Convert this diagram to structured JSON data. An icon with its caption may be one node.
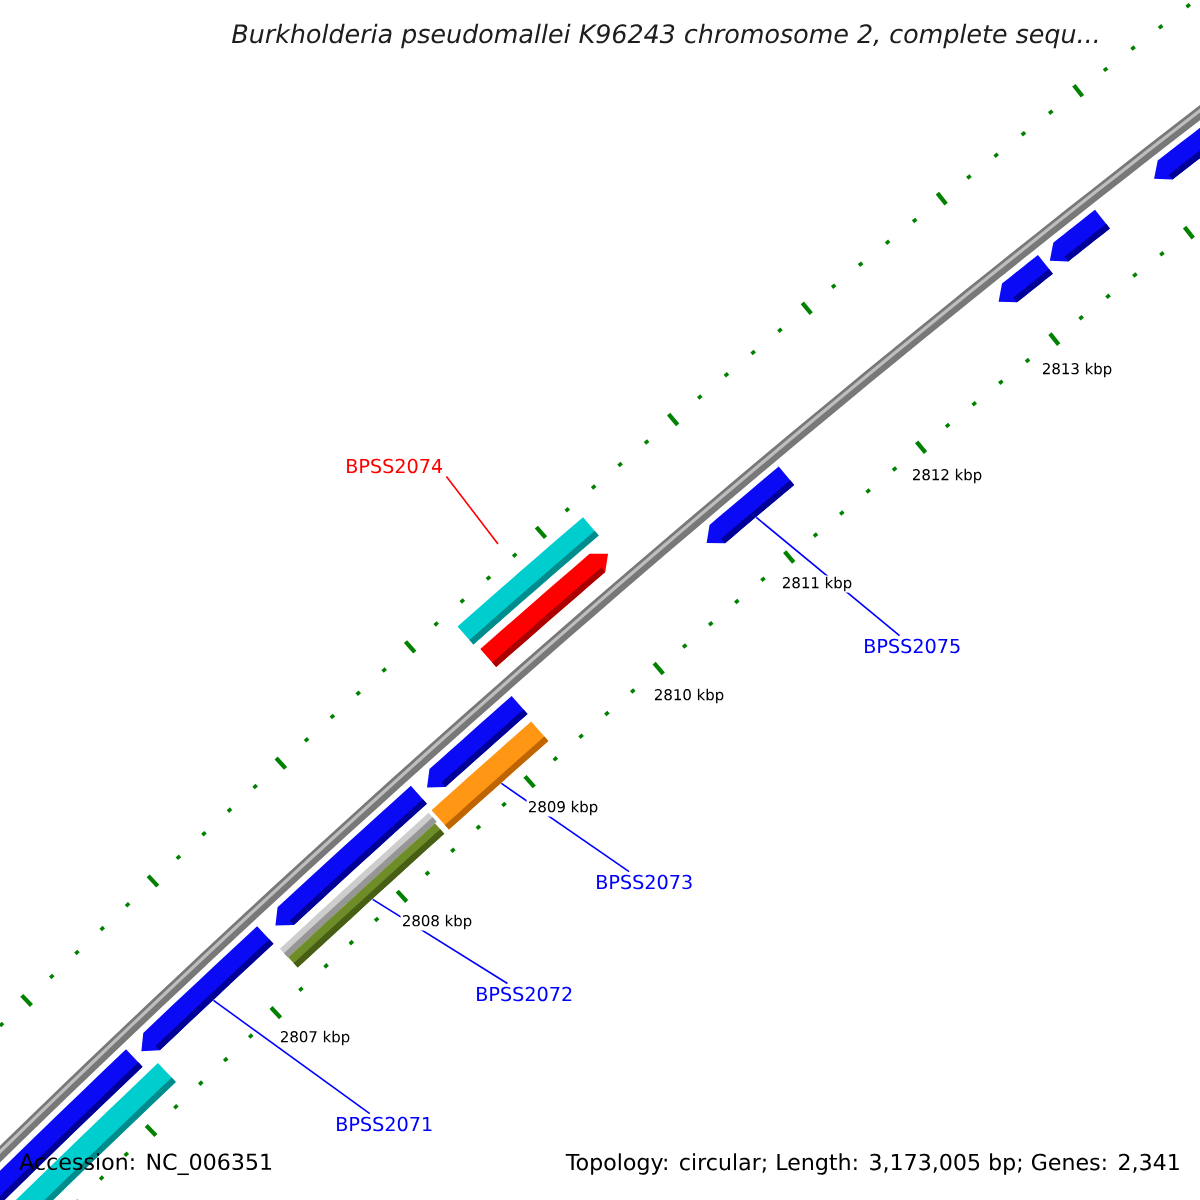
{
  "diagram": {
    "title": "Burkholderia pseudomallei K96243 chromosome 2, complete sequ...",
    "nodes": [
      {
        "text": [
          "BPSS2074"
        ]
      },
      {
        "text": [
          "BPSS2075"
        ]
      },
      {
        "text": [
          "BPSS2073"
        ]
      },
      {
        "text": [
          "BPSS2072"
        ]
      },
      {
        "text": [
          "BPSS2071"
        ]
      },
      {
        "text": [],
        "shape": "arrow"
      },
      {
        "text": [],
        "shape": "arrow"
      },
      {
        "text": [],
        "shape": "arrow"
      },
      {
        "text": [],
        "shape": "arrow"
      },
      {
        "text": [],
        "shape": "bar"
      },
      {
        "text": [],
        "shape": "arrow"
      },
      {
        "text": [],
        "shape": "arrow"
      },
      {
        "text": [],
        "shape": "bar"
      },
      {
        "text": [],
        "shape": "arrow"
      },
      {
        "text": [],
        "shape": "bar"
      },
      {
        "text": [],
        "shape": "bar"
      },
      {
        "text": [],
        "shape": "arrow"
      },
      {
        "text": [],
        "shape": "arrow"
      },
      {
        "text": [],
        "shape": "bar"
      }
    ],
    "edges": [
      {
        "from": 0,
        "to": null,
        "arrow": "none",
        "color": "#ff0000"
      },
      {
        "from": 1,
        "to": 8,
        "arrow": "none"
      },
      {
        "from": 2,
        "to": 12,
        "arrow": "none"
      },
      {
        "from": 3,
        "to": 15,
        "arrow": "none"
      },
      {
        "from": 4,
        "to": 16,
        "arrow": "none"
      }
    ],
    "labels": [
      "2813 kbp",
      "2812 kbp",
      "2811 kbp",
      "2810 kbp",
      "2809 kbp",
      "2808 kbp",
      "2807 kbp",
      "Accession: NC_006351",
      "Topology: circular; Length: 3,173,005 bp; Genes: 2,341"
    ]
  }
}
